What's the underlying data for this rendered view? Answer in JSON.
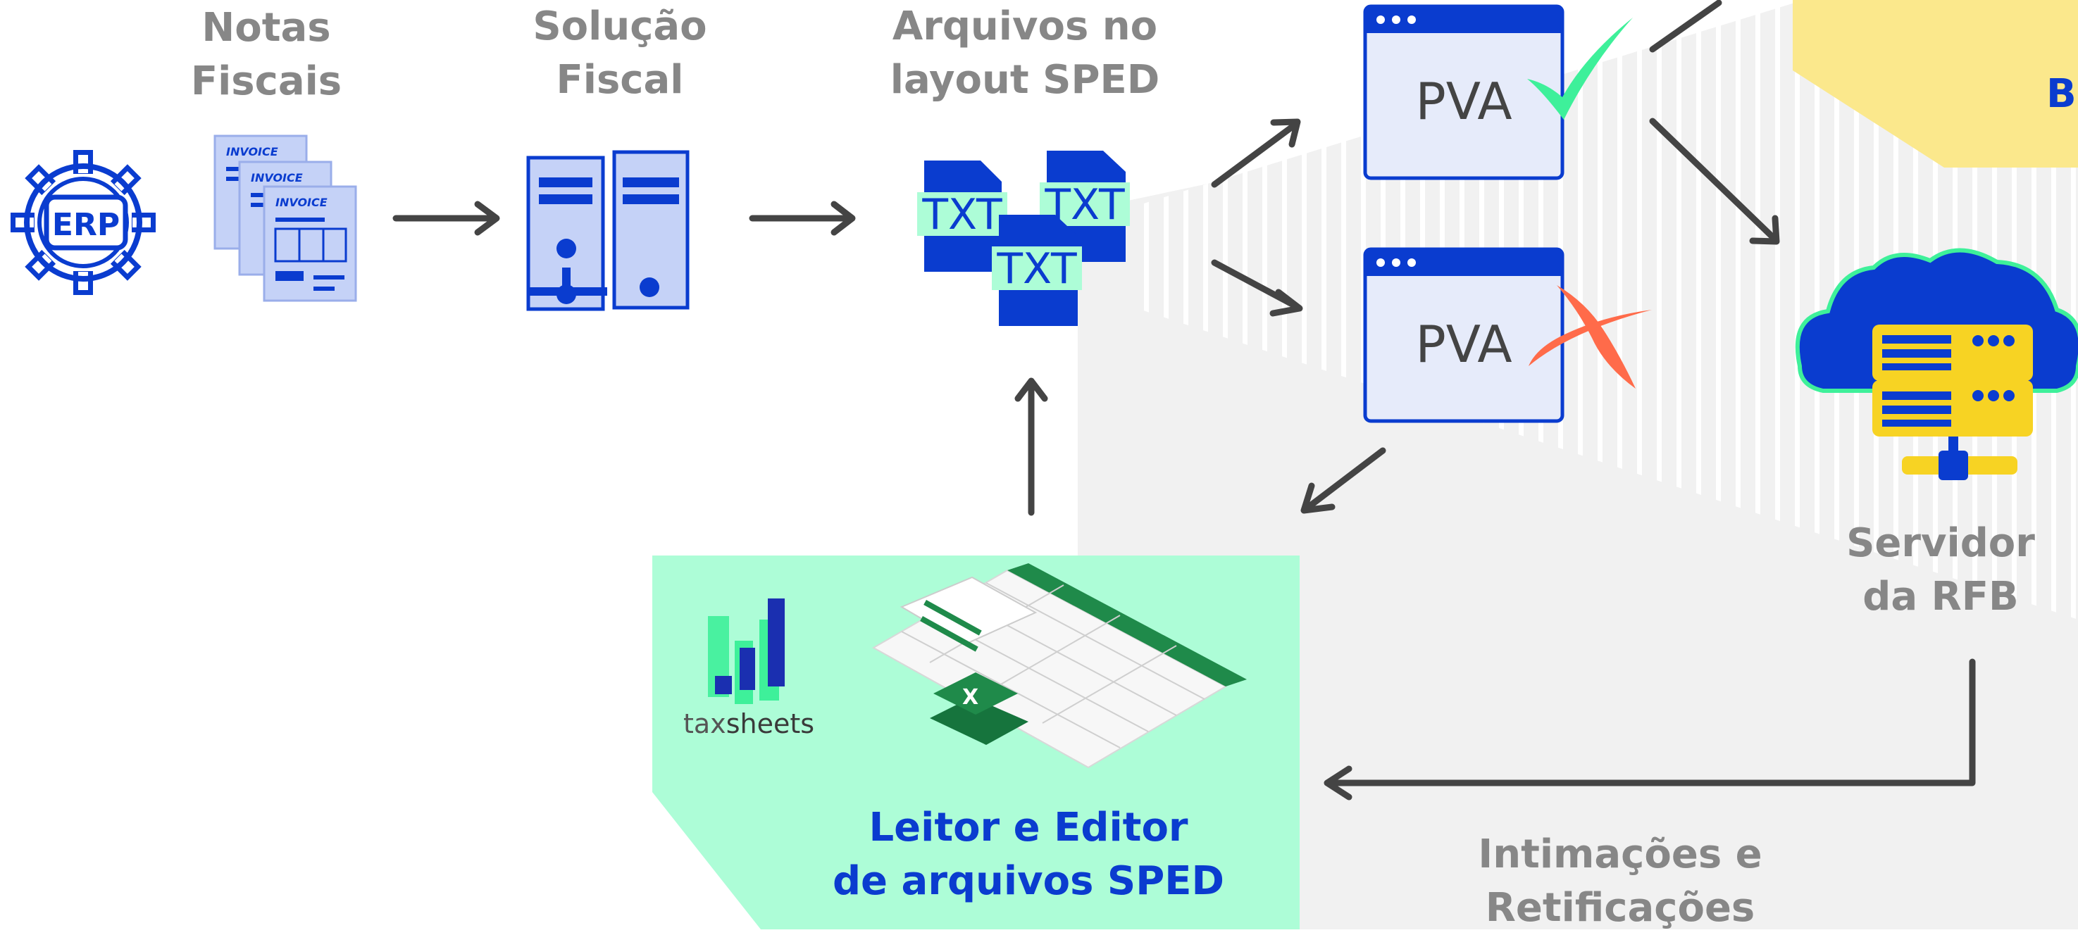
{
  "colors": {
    "blue": "#0a3ccf",
    "light_blue_fill": "#e6ebfa",
    "mint": "#adfdd7",
    "yellow": "#fbe88c",
    "gray_bg": "#f1f1f1",
    "gray_text": "#878787",
    "arrow": "#444444",
    "check_green": "#3ef09a",
    "cross_red": "#ff6b4a",
    "server_yellow": "#f7d323"
  },
  "labels": {
    "notas": [
      "Notas",
      "Fiscais"
    ],
    "solucao": [
      "Solução",
      "Fiscal"
    ],
    "arquivos": [
      "Arquivos no",
      "layout SPED"
    ],
    "servidor": [
      "Servidor",
      "da RFB"
    ],
    "leitor": [
      "Leitor e Editor",
      "de arquivos SPED"
    ],
    "intimacoes": [
      "Intimações e",
      "Retificações"
    ],
    "cut_b": "B"
  },
  "icons": {
    "erp": {
      "name": "erp-gear-icon",
      "text": "ERP"
    },
    "invoice": {
      "name": "invoice-stack-icon",
      "text": "INVOICE"
    },
    "server": {
      "name": "server-tower-icon"
    },
    "txt": {
      "name": "txt-file-icon",
      "text": "TXT"
    },
    "pva_ok": {
      "name": "pva-window-approved-icon",
      "text": "PVA"
    },
    "pva_fail": {
      "name": "pva-window-rejected-icon",
      "text": "PVA"
    },
    "cloud": {
      "name": "cloud-server-icon"
    },
    "spreadsheet": {
      "name": "excel-spreadsheet-icon",
      "text": "X"
    }
  },
  "brand": {
    "prefix": "tax",
    "suffix": "sheets"
  }
}
